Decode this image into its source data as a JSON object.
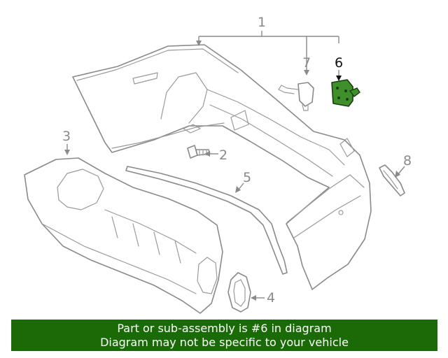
{
  "diagram": {
    "callouts": [
      "1",
      "2",
      "3",
      "4",
      "5",
      "6",
      "7",
      "8"
    ],
    "highlighted_part": "6",
    "highlight_color": "#3f8f2a",
    "line_color": "#8a8a8a"
  },
  "banner": {
    "line1": "Part or sub-assembly is #6 in diagram",
    "line2": "Diagram may not be specific to your vehicle",
    "background": "#1a6b08"
  }
}
